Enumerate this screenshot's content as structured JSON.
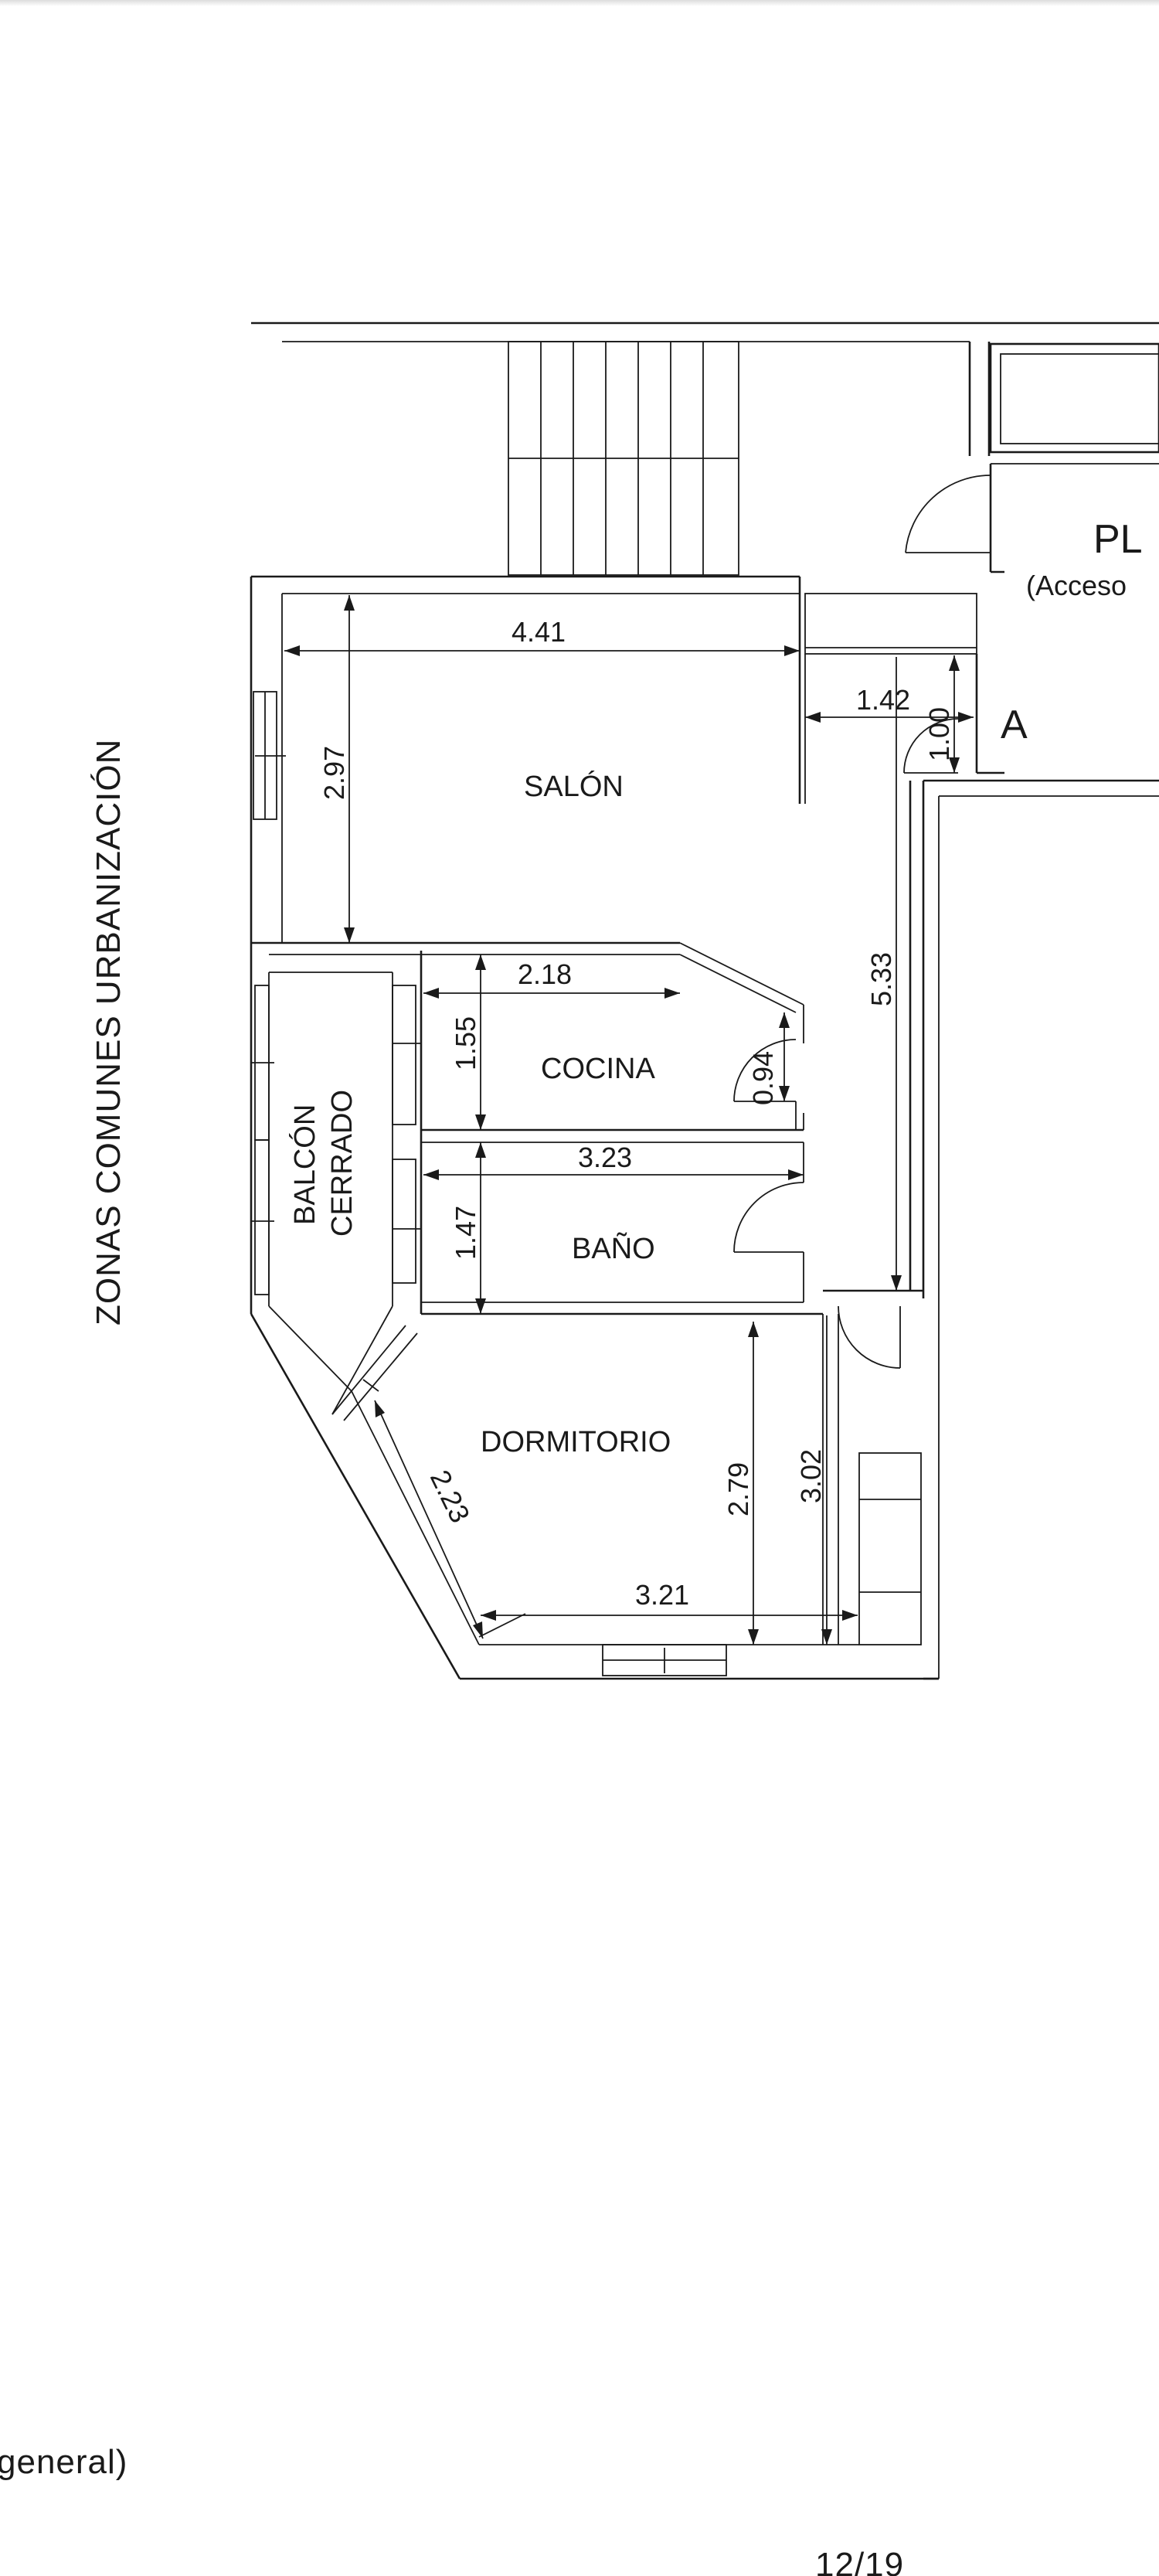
{
  "plan": {
    "side_label": "ZONAS COMUNES URBANIZACIÓN",
    "rooms": {
      "salon": "SALÓN",
      "cocina": "COCINA",
      "bano": "BAÑO",
      "dormitorio": "DORMITORIO",
      "balcon_line1": "BALCÓN",
      "balcon_line2": "CERRADO"
    },
    "dimensions": {
      "salon_width": "4.41",
      "salon_depth": "2.97",
      "entry_width": "1.42",
      "entry_depth": "1.00",
      "hall_length": "5.33",
      "cocina_width": "2.18",
      "cocina_depth": "1.55",
      "cocina_door": "0.94",
      "bano_width": "3.23",
      "bano_depth": "1.47",
      "dorm_diagonal": "2.23",
      "dorm_depth_a": "2.79",
      "dorm_depth_b": "3.02",
      "dorm_width": "3.21"
    },
    "marker": "A",
    "cut_label_title": "PL",
    "cut_label_sub": "(Acceso",
    "bottom_fragment": "general)",
    "page_number": "12/19"
  }
}
